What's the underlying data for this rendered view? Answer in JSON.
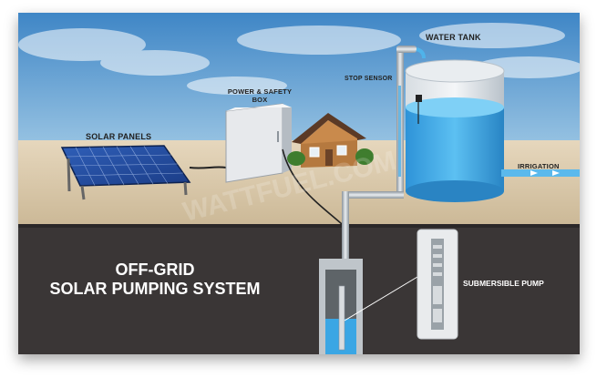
{
  "title": {
    "line1": "OFF-GRID",
    "line2": "SOLAR PUMPING SYSTEM"
  },
  "labels": {
    "water_tank": "WATER TANK",
    "stop_sensor": "STOP SENSOR",
    "power_box_line1": "POWER & SAFETY",
    "power_box_line2": "BOX",
    "solar_panels": "SOLAR PANELS",
    "irrigation": "IRRIGATION",
    "submersible_pump": "SUBMERSIBLE PUMP"
  },
  "watermark": "WATTFUEL.COM",
  "colors": {
    "sky_top": "#4e8fcb",
    "ground": "#3a3636",
    "water": "#3aa6e4",
    "sand": "#d9c7a8"
  }
}
